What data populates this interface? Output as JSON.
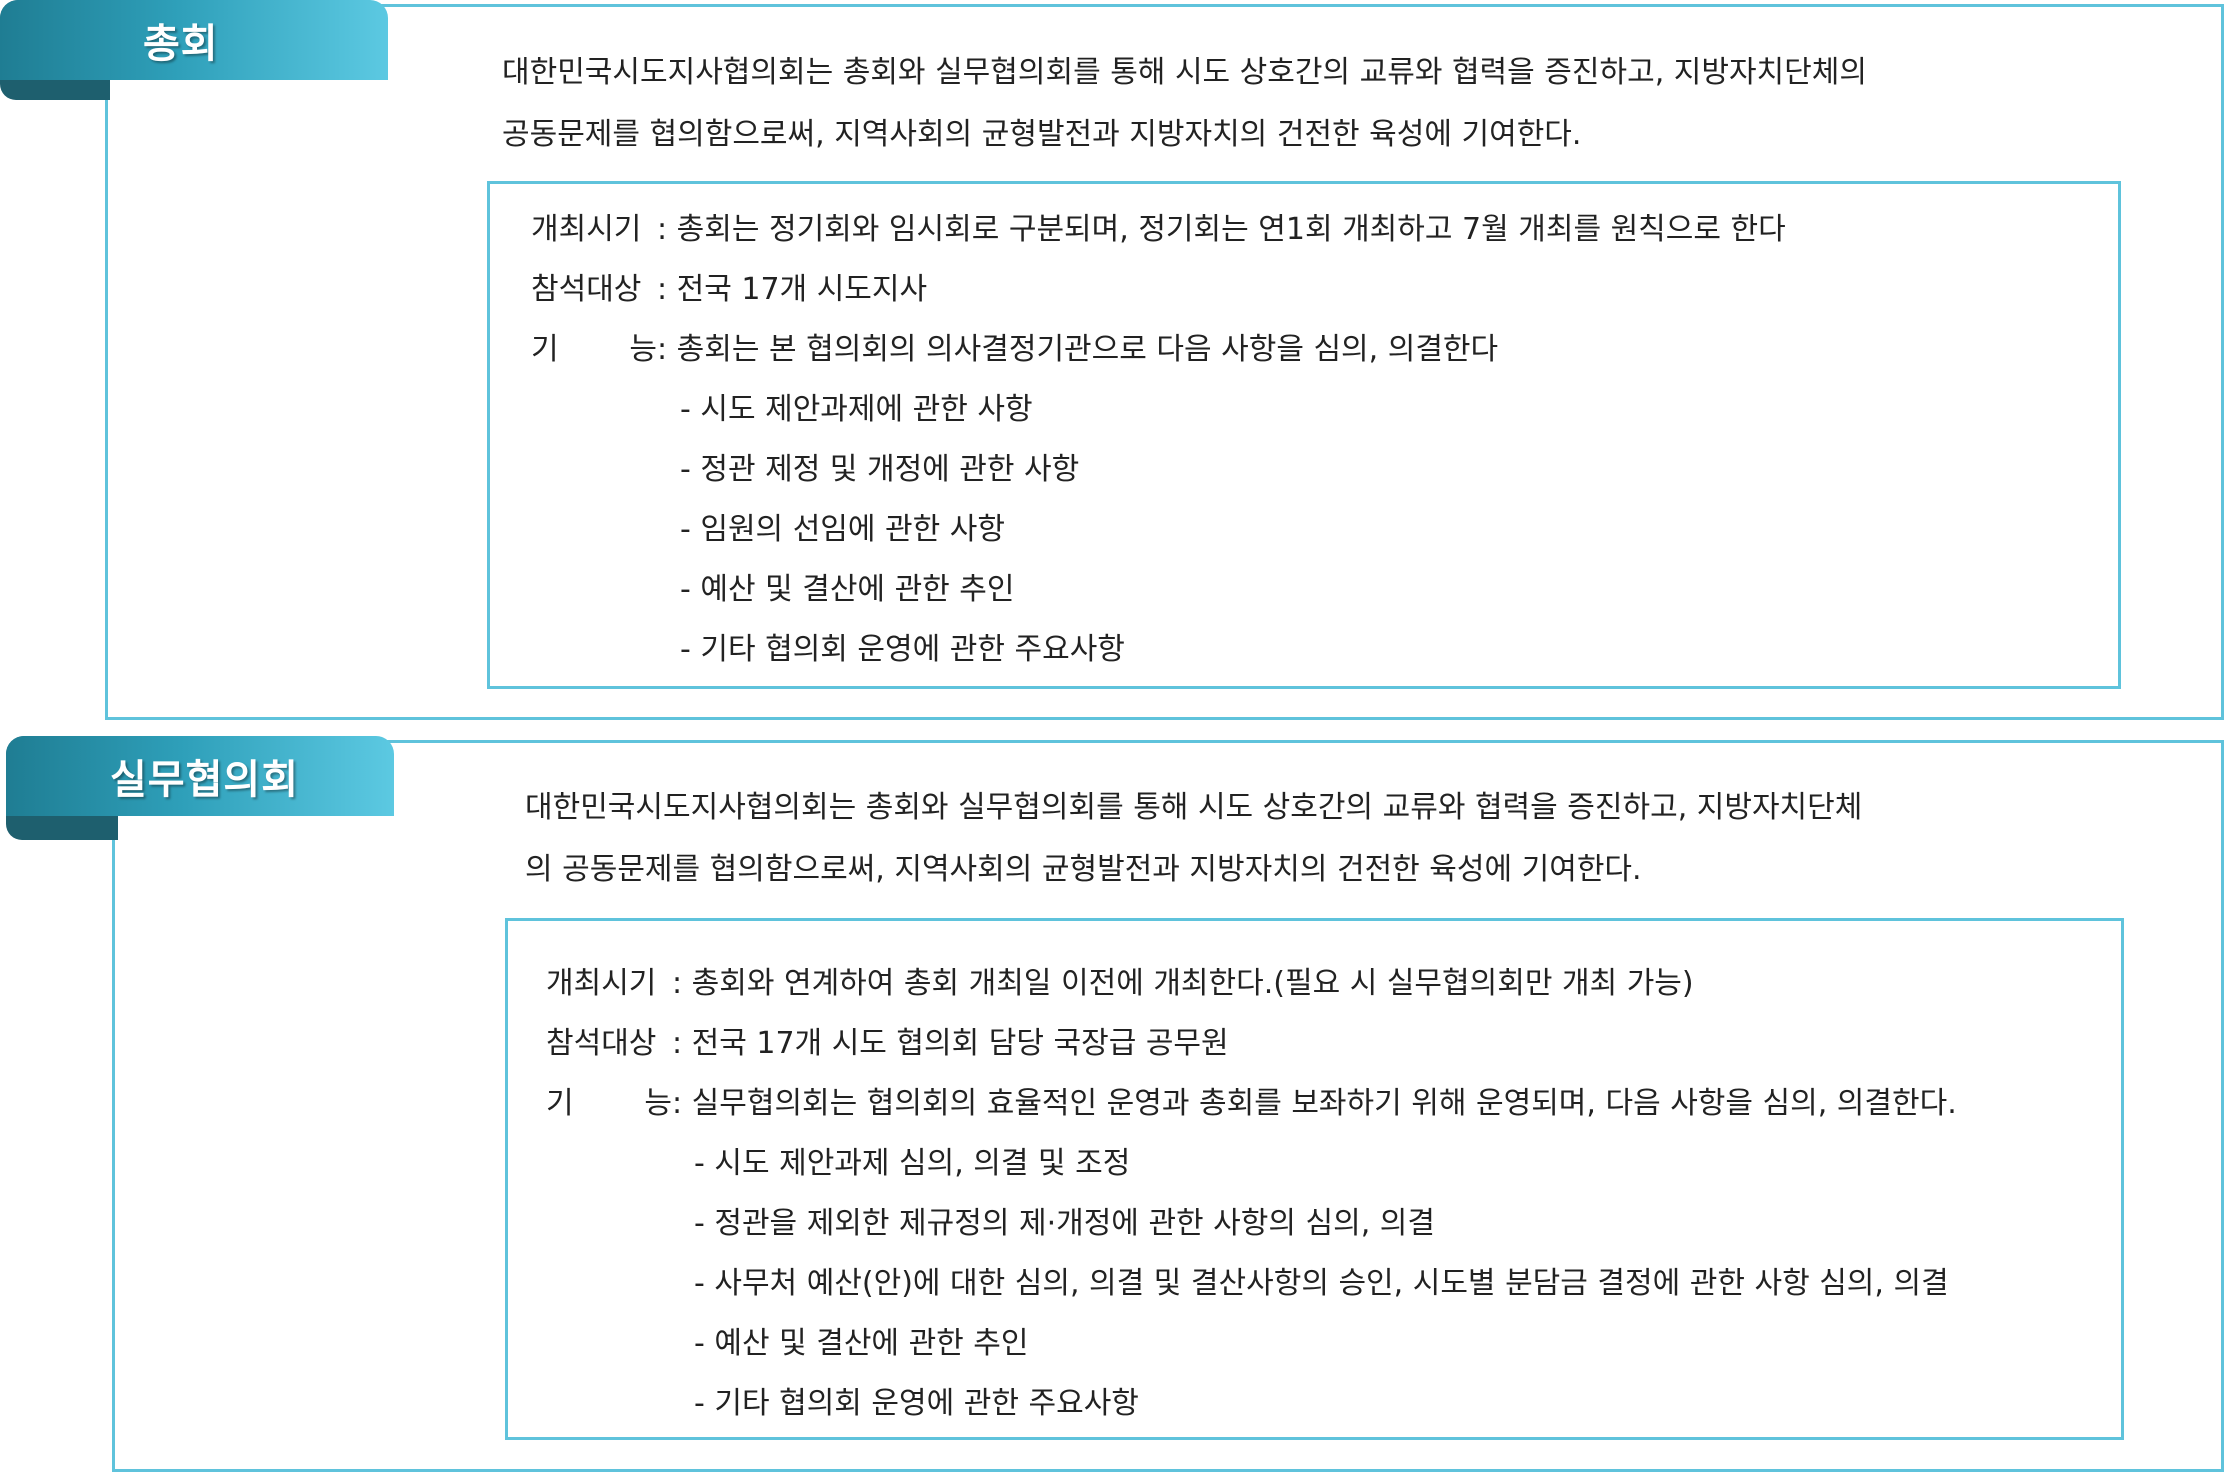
{
  "sections": [
    {
      "title": "총회",
      "intro_lines": [
        "대한민국시도지사협의회는 총회와 실무협의회를 통해 시도 상호간의 교류와 협력을 증진하고, 지방자치단체의",
        "공동문제를 협의함으로써, 지역사회의 균형발전과 지방자치의 건전한 육성에 기여한다."
      ],
      "details": {
        "schedule_label": "개최시기",
        "schedule_text": ": 총회는 정기회와 임시회로 구분되며, 정기회는 연1회 개최하고 7월 개최를 원칙으로 한다",
        "attendees_label": "참석대상",
        "attendees_text": ": 전국 17개 시도지사",
        "function_label_1": "기",
        "function_label_2": "능",
        "function_text": ": 총회는 본 협의회의 의사결정기관으로 다음 사항을 심의, 의결한다",
        "items": [
          "- 시도 제안과제에 관한 사항",
          "- 정관 제정 및 개정에 관한 사항",
          "- 임원의 선임에 관한 사항",
          "- 예산 및 결산에 관한 추인",
          "- 기타 협의회 운영에 관한 주요사항"
        ]
      }
    },
    {
      "title": "실무협의회",
      "intro_lines": [
        "대한민국시도지사협의회는 총회와 실무협의회를 통해 시도 상호간의 교류와 협력을 증진하고, 지방자치단체",
        "의 공동문제를 협의함으로써, 지역사회의 균형발전과 지방자치의 건전한 육성에 기여한다."
      ],
      "details": {
        "schedule_label": "개최시기",
        "schedule_text": ": 총회와 연계하여 총회 개최일 이전에 개최한다.(필요 시 실무협의회만 개최 가능)",
        "attendees_label": "참석대상",
        "attendees_text": ": 전국 17개 시도 협의회 담당 국장급 공무원",
        "function_label_1": "기",
        "function_label_2": "능",
        "function_text": ": 실무협의회는 협의회의 효율적인 운영과 총회를 보좌하기 위해 운영되며, 다음 사항을 심의, 의결한다.",
        "items": [
          "- 시도 제안과제 심의, 의결 및 조정",
          "- 정관을 제외한 제규정의 제·개정에 관한 사항의 심의, 의결",
          "- 사무처 예산(안)에 대한 심의, 의결 및 결산사항의 승인, 시도별 분담금 결정에 관한 사항 심의, 의결",
          "- 예산 및 결산에 관한 추인",
          "- 기타 협의회 운영에 관한 주요사항"
        ]
      }
    }
  ]
}
